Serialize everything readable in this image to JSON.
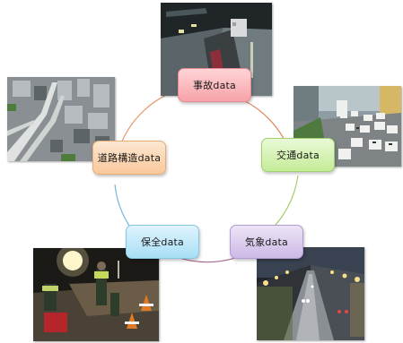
{
  "nodes": {
    "accident": {
      "label": "事故data",
      "color": "#f7a3a9"
    },
    "traffic": {
      "label": "交通data",
      "color": "#c4ec98"
    },
    "weather": {
      "label": "気象data",
      "color": "#cdb9e6"
    },
    "maintenance": {
      "label": "保全data",
      "color": "#a8def6"
    },
    "road_structure": {
      "label": "道路構造data",
      "color": "#f9c89b"
    }
  },
  "ring_arc_colors": {
    "accident_to_traffic": "#e08a5a",
    "traffic_to_weather": "#a4cf6a",
    "weather_to_maintenance": "#a56b8f",
    "maintenance_to_road": "#6fb6d8",
    "road_to_accident": "#e89a6a"
  },
  "photos": [
    {
      "name": "accident-tunnel-photo",
      "subject": "highway tunnel"
    },
    {
      "name": "traffic-road-photo",
      "subject": "congested road traffic"
    },
    {
      "name": "weather-night-road-photo",
      "subject": "wet road at night"
    },
    {
      "name": "maintenance-work-photo",
      "subject": "night maintenance crew"
    },
    {
      "name": "road-structure-aerial-photo",
      "subject": "aerial view of elevated expressway"
    }
  ]
}
